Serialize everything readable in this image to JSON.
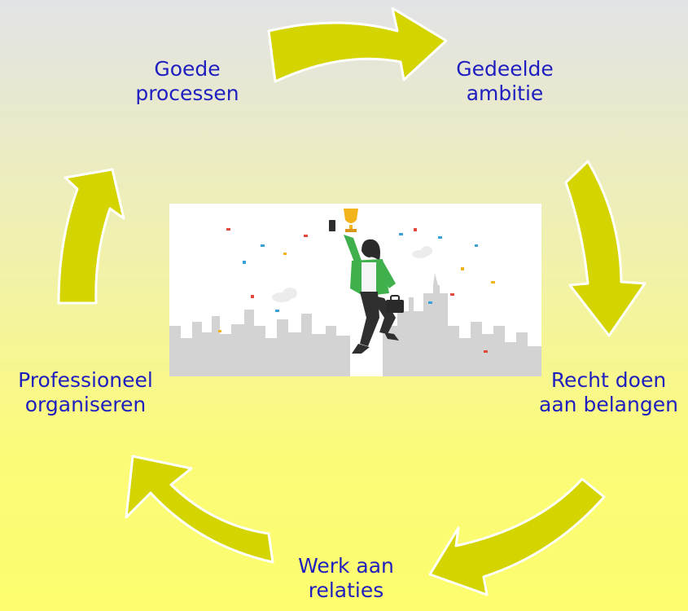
{
  "cycle": {
    "steps": [
      {
        "line1": "Goede",
        "line2": "processen"
      },
      {
        "line1": "Gedeelde",
        "line2": "ambitie"
      },
      {
        "line1": "Recht doen",
        "line2": "aan belangen"
      },
      {
        "line1": "Werk aan",
        "line2": "relaties"
      },
      {
        "line1": "Professioneel",
        "line2": "organiseren"
      }
    ],
    "arrow_color": "#d4d400",
    "text_color": "#1f1fbf"
  },
  "illustration": {
    "subject": "woman jumping with trophy and briefcase over city skyline with confetti"
  }
}
